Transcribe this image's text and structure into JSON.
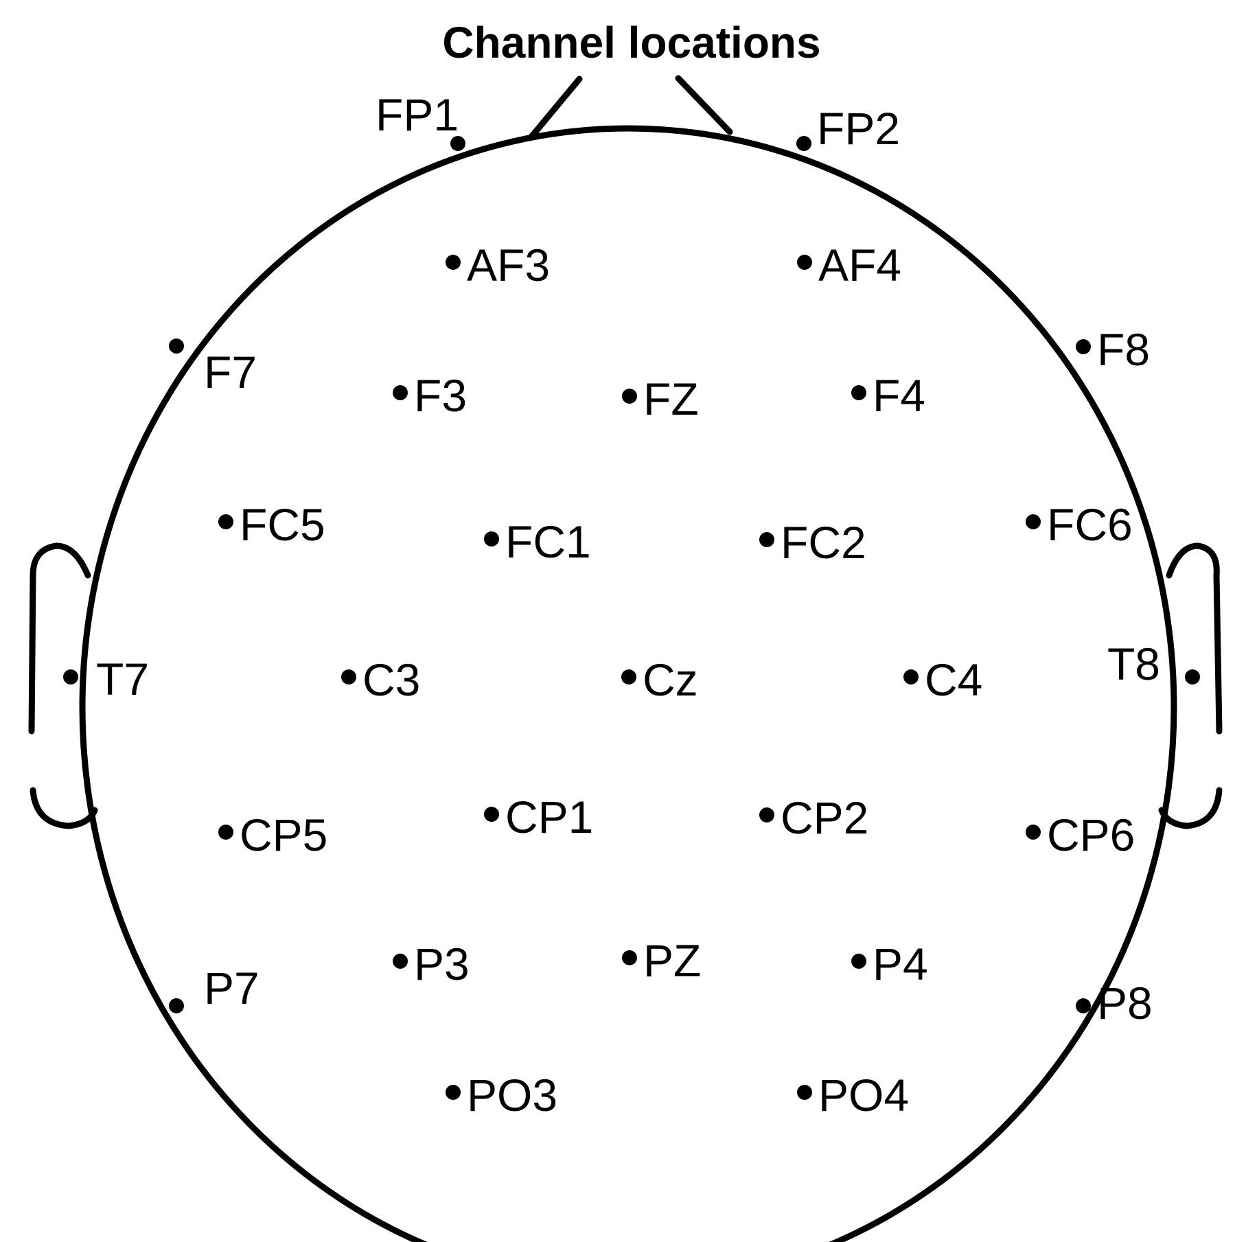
{
  "title": "Channel locations",
  "colors": {
    "ink": "#000000",
    "background": "#ffffff"
  },
  "electrodes": [
    {
      "id": "FP1",
      "label": "FP1"
    },
    {
      "id": "FP2",
      "label": "FP2"
    },
    {
      "id": "AF3",
      "label": "AF3"
    },
    {
      "id": "AF4",
      "label": "AF4"
    },
    {
      "id": "F7",
      "label": "F7"
    },
    {
      "id": "F3",
      "label": "F3"
    },
    {
      "id": "FZ",
      "label": "FZ"
    },
    {
      "id": "F4",
      "label": "F4"
    },
    {
      "id": "F8",
      "label": "F8"
    },
    {
      "id": "FC5",
      "label": "FC5"
    },
    {
      "id": "FC1",
      "label": "FC1"
    },
    {
      "id": "FC2",
      "label": "FC2"
    },
    {
      "id": "FC6",
      "label": "FC6"
    },
    {
      "id": "T7",
      "label": "T7"
    },
    {
      "id": "C3",
      "label": "C3"
    },
    {
      "id": "Cz",
      "label": "Cz"
    },
    {
      "id": "C4",
      "label": "C4"
    },
    {
      "id": "T8",
      "label": "T8"
    },
    {
      "id": "CP5",
      "label": "CP5"
    },
    {
      "id": "CP1",
      "label": "CP1"
    },
    {
      "id": "CP2",
      "label": "CP2"
    },
    {
      "id": "CP6",
      "label": "CP6"
    },
    {
      "id": "P7",
      "label": "P7"
    },
    {
      "id": "P3",
      "label": "P3"
    },
    {
      "id": "PZ",
      "label": "PZ"
    },
    {
      "id": "P4",
      "label": "P4"
    },
    {
      "id": "P8",
      "label": "P8"
    },
    {
      "id": "PO3",
      "label": "PO3"
    },
    {
      "id": "PO4",
      "label": "PO4"
    }
  ]
}
